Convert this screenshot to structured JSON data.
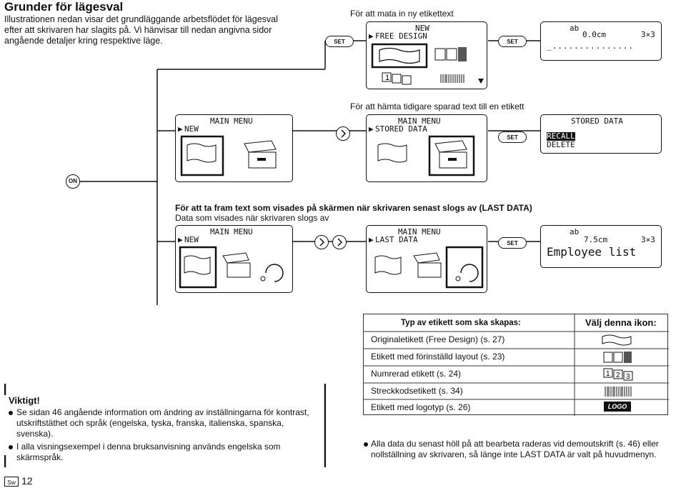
{
  "title": "Grunder för lägesval",
  "intro": "Illustrationen nedan visar det grundläggande arbetsflödet för lägesval efter att skrivaren har slagits på. Vi hänvisar till nedan angivna sidor angående detaljer kring respektive läge.",
  "flow": {
    "on_label": "ON",
    "set_label": "SET",
    "caption_new": "För att mata in ny etikettext",
    "caption_stored": "För att hämta tidigare sparad text till en etikett",
    "caption_last": "För att ta fram text som visades på skärmen när skrivaren senast slogs av (LAST DATA)",
    "caption_last_sub": "Data som visades när skrivaren slogs av",
    "main_menu": "MAIN MENU",
    "new": "NEW",
    "free_design": "FREE DESIGN",
    "stored_data": "STORED DATA",
    "last_data": "LAST DATA",
    "recall": "RECALL",
    "delete": "DELETE",
    "ab": "ab",
    "size1": "0.0cm",
    "size2": "7.5cm",
    "grid": "3×3",
    "employee": "Employee list"
  },
  "table": {
    "header_type": "Typ av etikett som ska skapas:",
    "header_icon": "Välj denna ikon:",
    "rows": [
      {
        "label": "Originaletikett (Free Design) (s. 27)",
        "icon": "free-design-icon"
      },
      {
        "label": "Etikett med förinställd layout (s. 23)",
        "icon": "preset-layout-icon"
      },
      {
        "label": "Numrerad etikett (s. 24)",
        "icon": "numbered-icon"
      },
      {
        "label": "Streckkodsetikett (s. 34)",
        "icon": "barcode-icon"
      },
      {
        "label": "Etikett med logotyp (s. 26)",
        "icon": "logo-icon"
      }
    ],
    "logo_text": "LOGO"
  },
  "important": {
    "heading": "Viktigt!",
    "items": [
      "Se sidan 46 angående information om ändring av inställningarna för kontrast, utskriftstäthet och språk (engelska, tyska, franska, italienska, spanska, svenska).",
      "I alla visningsexempel i denna bruksanvisning används engelska som skärmspråk."
    ]
  },
  "note": "Alla data du senast höll på att bearbeta raderas vid demoutskrift (s. 46) eller nollställning av skrivaren, så länge inte LAST DATA är valt på huvudmenyn.",
  "page": {
    "lang": "Sw",
    "number": "12"
  }
}
